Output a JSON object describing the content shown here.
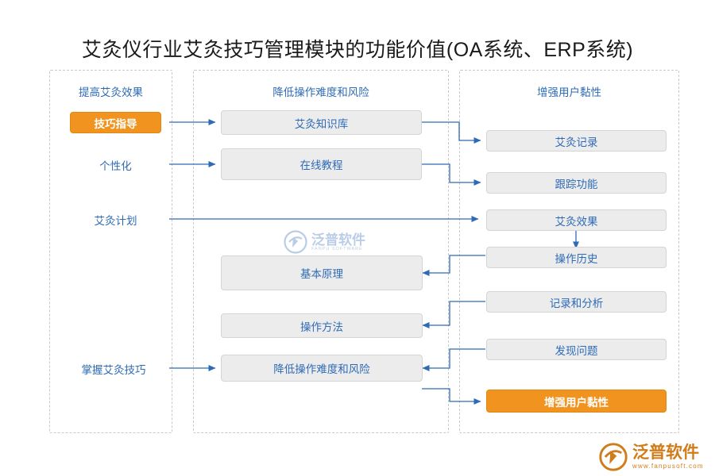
{
  "title": "艾灸仪行业艾灸技巧管理模块的功能价值(OA系统、ERP系统)",
  "columns": {
    "left": {
      "header": "提高艾灸效果"
    },
    "middle": {
      "header": "降低操作难度和风险"
    },
    "right": {
      "header": "增强用户黏性"
    }
  },
  "left_nodes": [
    {
      "label": "技巧指导",
      "style": "orange"
    },
    {
      "label": "个性化",
      "style": "plain"
    },
    {
      "label": "艾灸计划",
      "style": "plain"
    },
    {
      "label": "掌握艾灸技巧",
      "style": "plain"
    }
  ],
  "middle_nodes": [
    {
      "label": "艾灸知识库"
    },
    {
      "label": "在线教程"
    },
    {
      "label": "基本原理"
    },
    {
      "label": "操作方法"
    },
    {
      "label": "降低操作难度和风险"
    }
  ],
  "right_nodes": [
    {
      "label": "艾灸记录",
      "style": "grey"
    },
    {
      "label": "跟踪功能",
      "style": "grey"
    },
    {
      "label": "艾灸效果",
      "style": "grey"
    },
    {
      "label": "操作历史",
      "style": "grey"
    },
    {
      "label": "记录和分析",
      "style": "grey"
    },
    {
      "label": "发现问题",
      "style": "grey"
    },
    {
      "label": "增强用户黏性",
      "style": "orange"
    }
  ],
  "watermark": {
    "center_text": "泛普软件",
    "center_sub": "FANPU SOFTWARE",
    "logo_text": "泛普软件",
    "logo_sub": "www.fanpusoft.com"
  },
  "colors": {
    "accent_blue": "#2f6bb5",
    "accent_orange": "#f0941f",
    "node_grey": "#ececed",
    "border_grey": "#d4d4d5"
  }
}
